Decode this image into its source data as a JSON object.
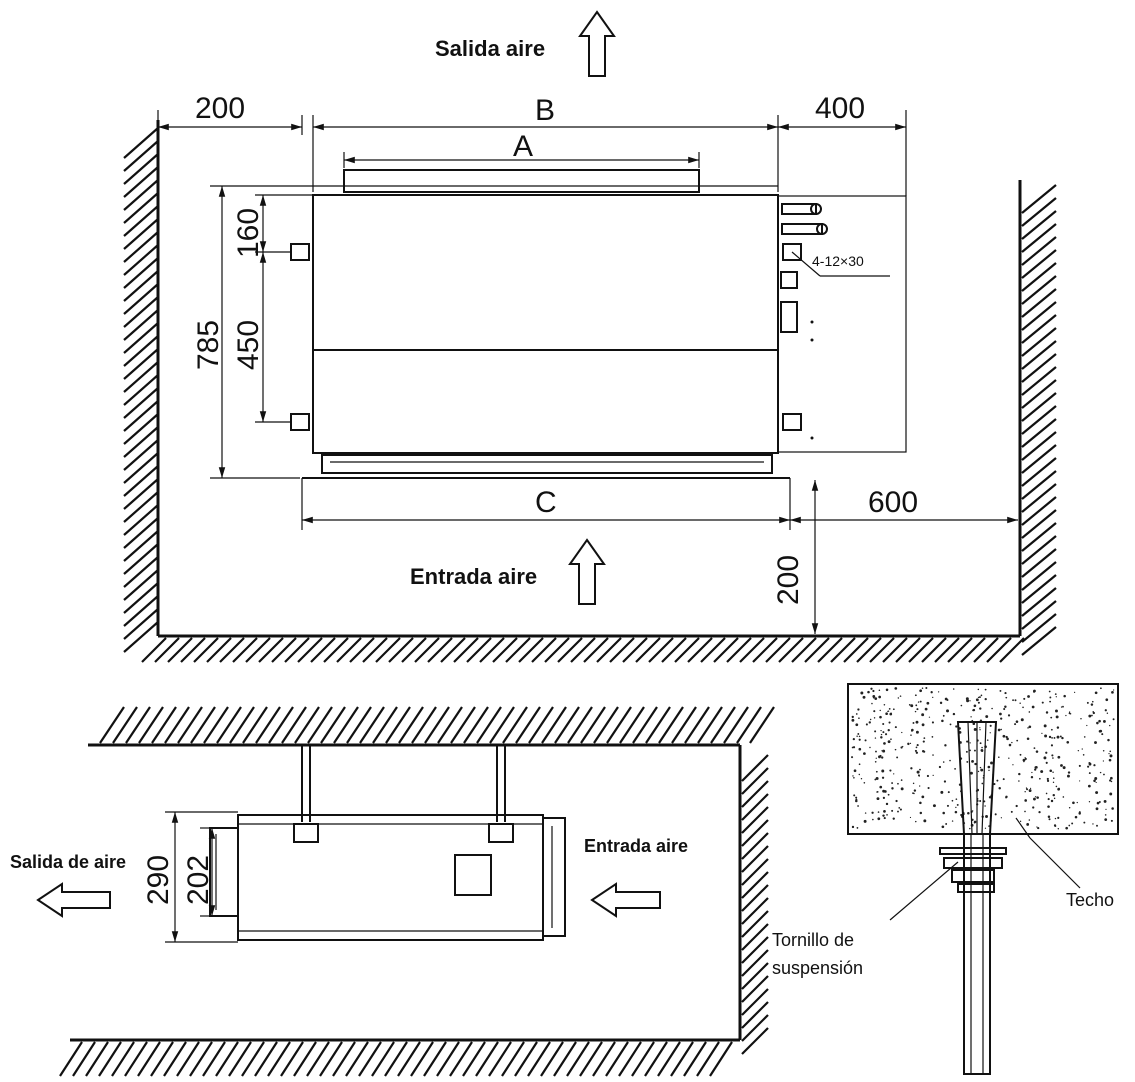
{
  "top_view": {
    "labels": {
      "air_outlet": "Salida aire",
      "air_inlet": "Entrada aire",
      "bolt_note": "4-12×30"
    },
    "dimensions": {
      "left_clearance": "200",
      "width_b": "B",
      "right_clearance": "400",
      "width_a": "A",
      "width_c": "C",
      "side_600": "600",
      "front_200": "200",
      "depth_785": "785",
      "offset_160": "160",
      "hanger_450": "450"
    }
  },
  "side_view": {
    "labels": {
      "air_outlet": "Salida de aire",
      "air_inlet": "Entrada aire"
    },
    "dimensions": {
      "height_290": "290",
      "height_202": "202"
    }
  },
  "detail_view": {
    "labels": {
      "ceiling": "Techo",
      "rod_line1": "Tornillo de",
      "rod_line2": "suspensión"
    }
  }
}
